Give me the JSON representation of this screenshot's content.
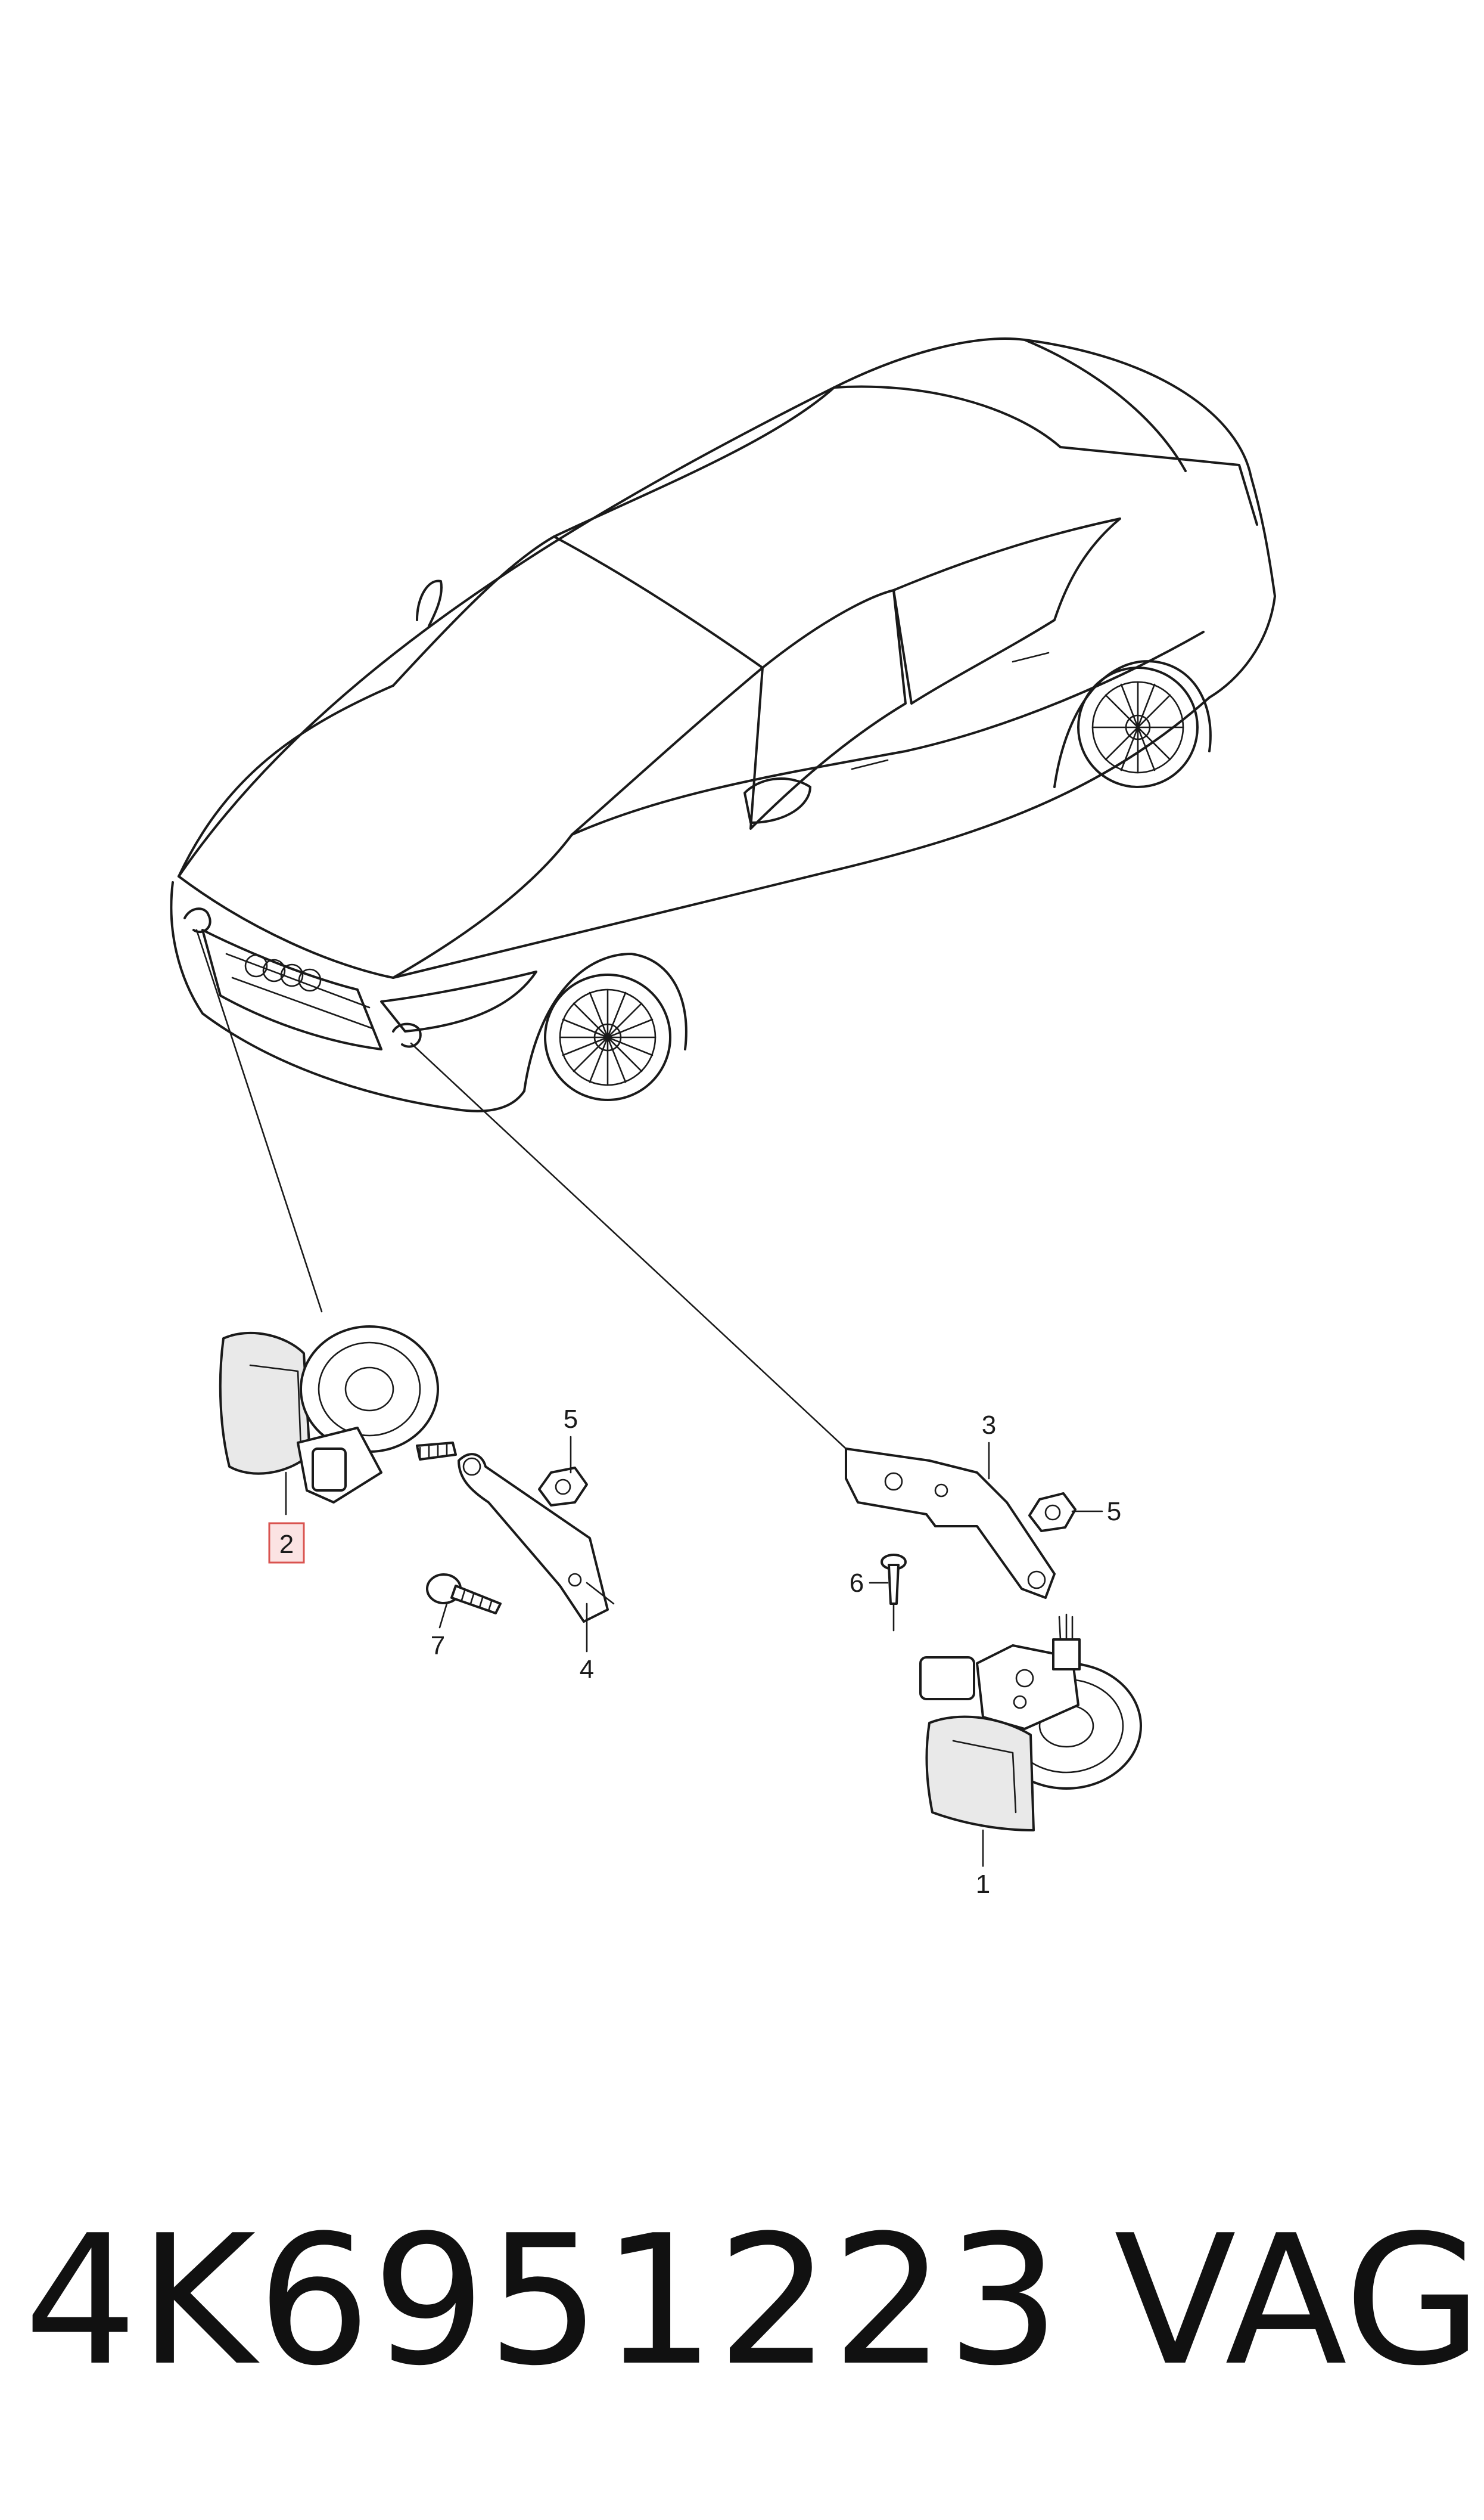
{
  "callouts": {
    "c1": "1",
    "c2": "2",
    "c3": "3",
    "c4": "4",
    "c5a": "5",
    "c5b": "5",
    "c6": "6",
    "c7": "7"
  },
  "highlight_color": "#d9534f",
  "footer": {
    "part_number": "4K6951223",
    "brand": "VAG"
  }
}
